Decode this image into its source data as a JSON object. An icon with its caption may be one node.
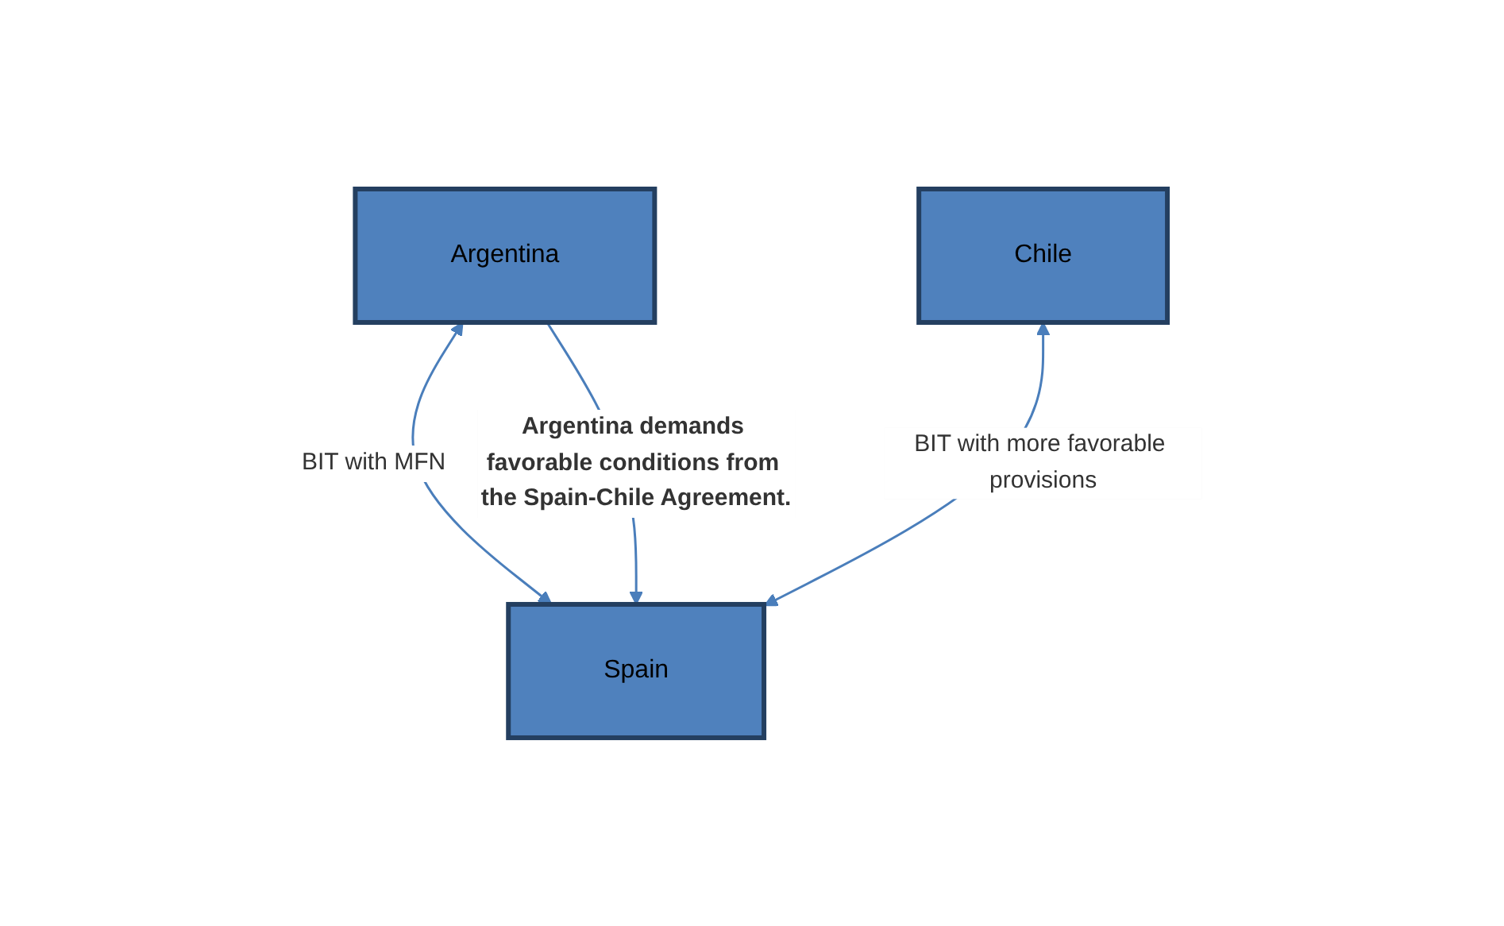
{
  "diagram": {
    "nodes": [
      {
        "text": [
          "Spain"
        ]
      },
      {
        "text": [
          "Argentina"
        ]
      },
      {
        "text": [
          "Chile"
        ]
      }
    ],
    "edges": [
      {
        "from": 1,
        "to": 0,
        "arrow": "both",
        "label": "BIT with MFN"
      },
      {
        "from": 1,
        "to": 0,
        "arrow": "to",
        "label": "Argentina demands favorable conditions from the Spain-Chile Agreement."
      },
      {
        "from": 0,
        "to": 2,
        "arrow": "both",
        "label": "BIT with more favorable provisions"
      }
    ]
  }
}
